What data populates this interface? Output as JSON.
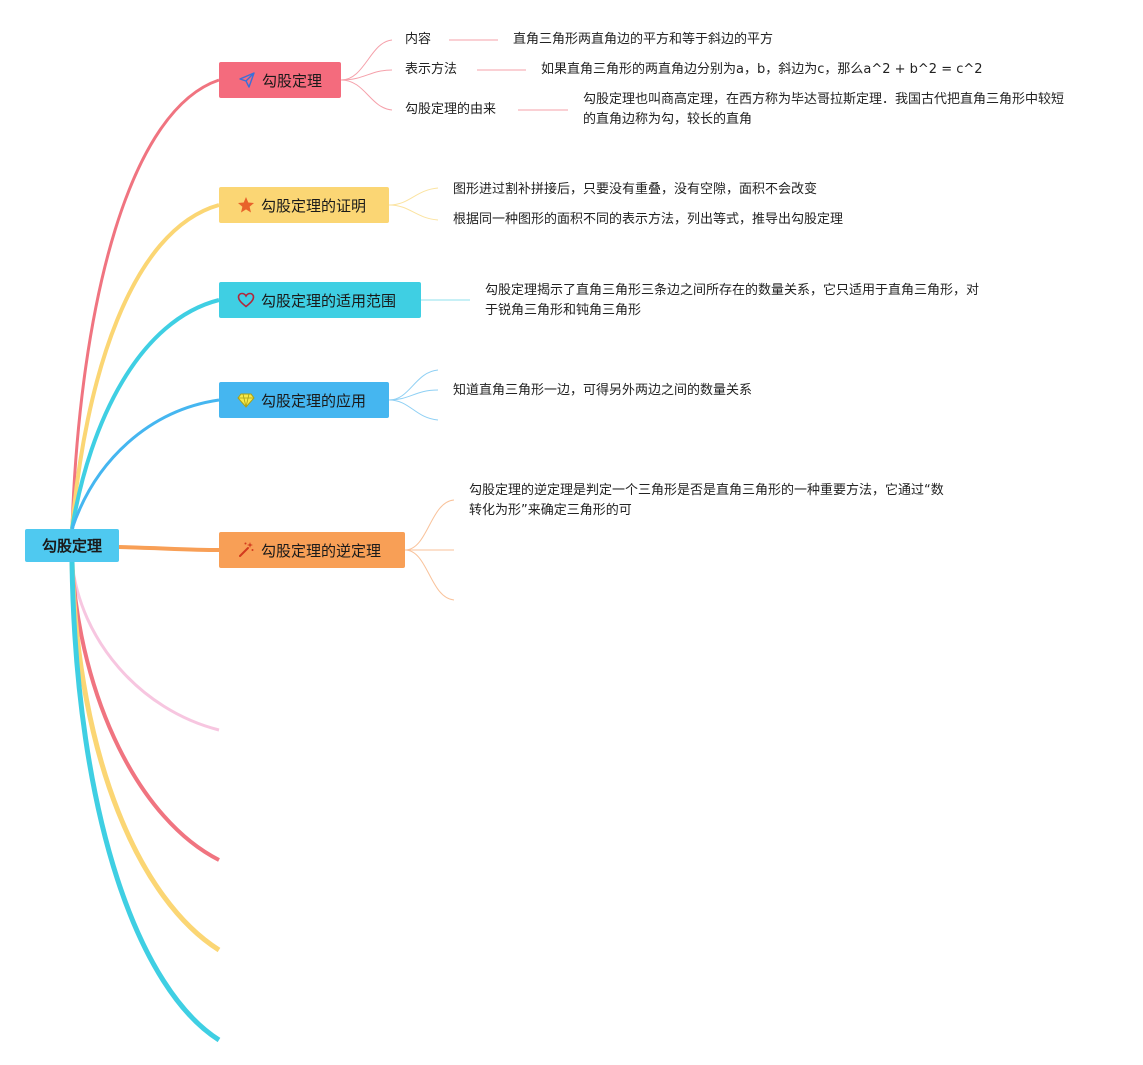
{
  "root": {
    "label": "勾股定理"
  },
  "branches": [
    {
      "label": "勾股定理",
      "icon": "paper-plane-icon",
      "children": [
        {
          "label": "内容",
          "detail": "直角三角形两直角边的平方和等于斜边的平方"
        },
        {
          "label": "表示方法",
          "detail": "如果直角三角形的两直角边分别为a，b，斜边为c，那么a^2 + b^2 = c^2"
        },
        {
          "label": "勾股定理的由来",
          "detail": "勾股定理也叫商高定理，在西方称为毕达哥拉斯定理．我国古代把直角三角形中较短的直角边称为勾，较长的直角"
        }
      ]
    },
    {
      "label": "勾股定理的证明",
      "icon": "star-icon",
      "children": [
        {
          "detail": "图形进过割补拼接后，只要没有重叠，没有空隙，面积不会改变"
        },
        {
          "detail": "根据同一种图形的面积不同的表示方法，列出等式，推导出勾股定理"
        }
      ]
    },
    {
      "label": "勾股定理的适用范围",
      "icon": "heart-icon",
      "children": [
        {
          "detail": "勾股定理揭示了直角三角形三条边之间所存在的数量关系，它只适用于直角三角形，对于锐角三角形和钝角三角形"
        }
      ]
    },
    {
      "label": "勾股定理的应用",
      "icon": "diamond-icon",
      "children": [
        {
          "detail": "知道直角三角形一边，可得另外两边之间的数量关系"
        }
      ]
    },
    {
      "label": "勾股定理的逆定理",
      "icon": "magic-wand-icon",
      "children": [
        {
          "detail": "勾股定理的逆定理是判定一个三角形是否是直角三角形的一种重要方法，它通过“数转化为形”来确定三角形的可"
        }
      ]
    }
  ],
  "colors": {
    "root": "#4fc9f0",
    "branch1": "#f46b7d",
    "branch2": "#fbd674",
    "branch3": "#3fcfe3",
    "branch4": "#45b6f0",
    "branch5": "#f89f56",
    "extra_pink": "#f7c6e0"
  }
}
